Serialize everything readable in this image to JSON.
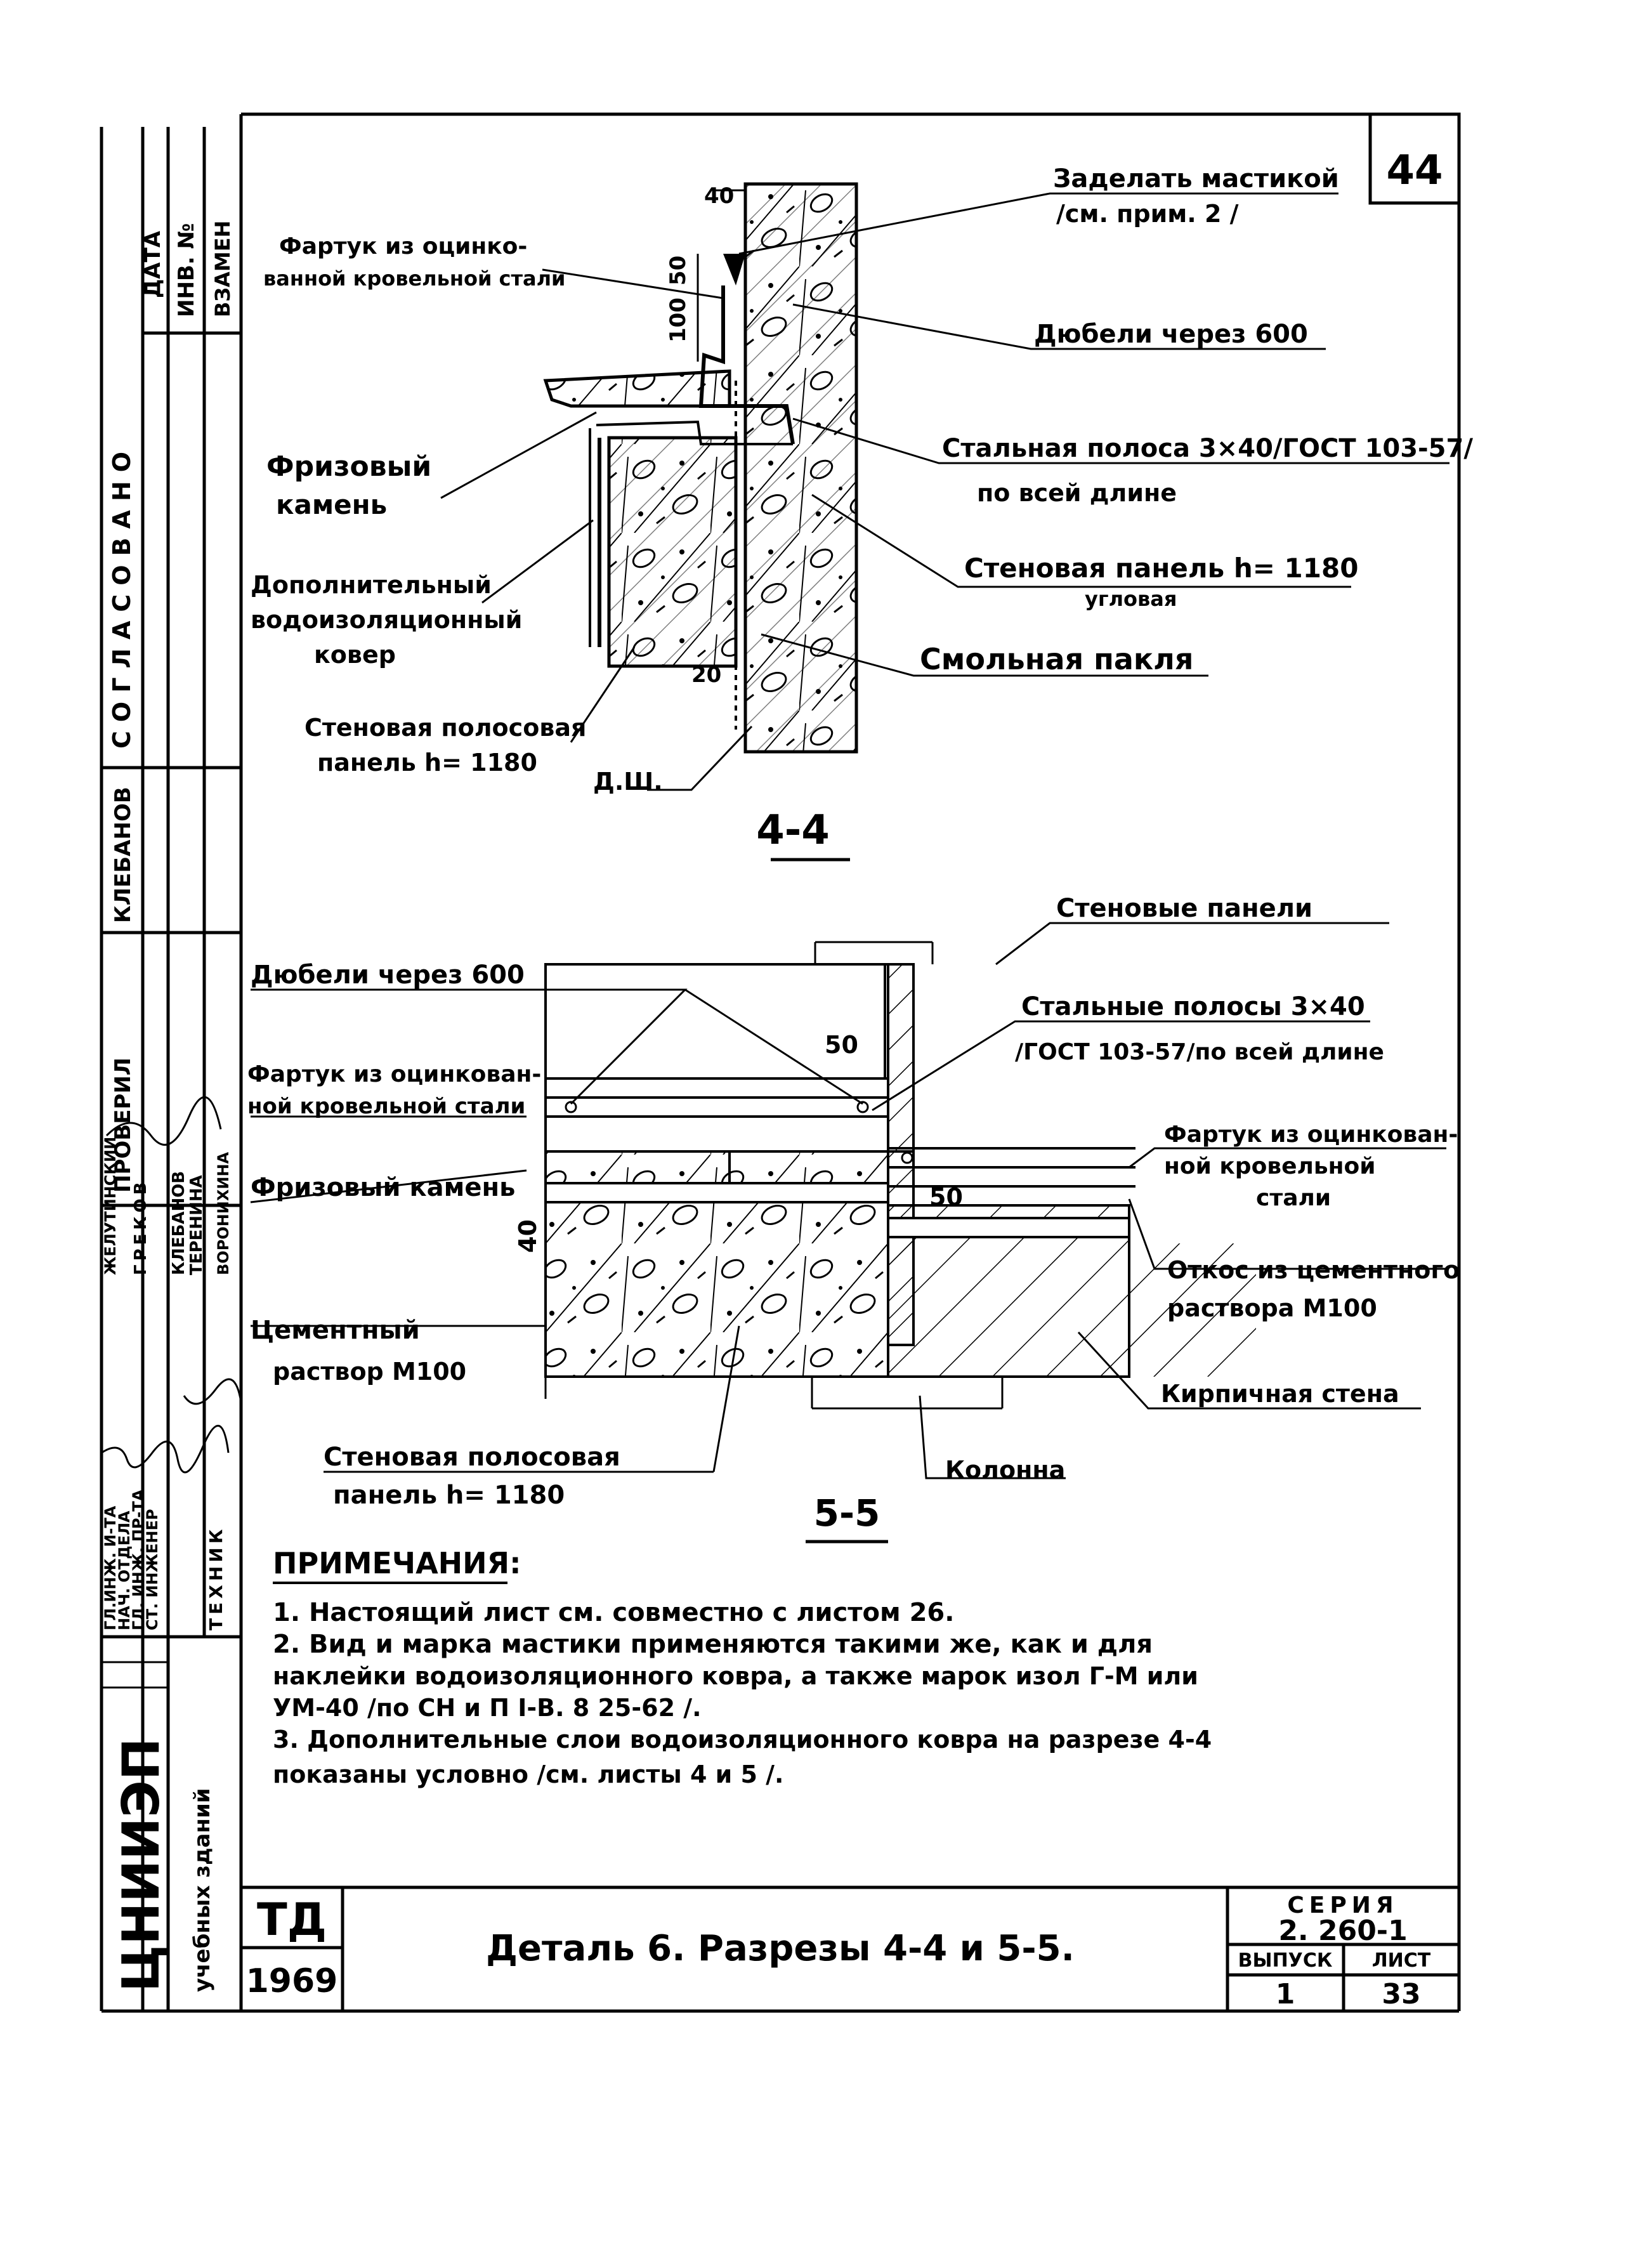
{
  "sheet": {
    "page_number": "44",
    "series_label": "СЕРИЯ",
    "series_value": "2. 260-1",
    "issue_label": "ВЫПУСК",
    "issue_value": "1",
    "sheet_label": "ЛИСТ",
    "sheet_value": "33",
    "td": "ТД",
    "year": "1969",
    "title": "Деталь 6.   Разрезы 4-4 и 5-5.",
    "org_main": "ЦНИИЭП",
    "org_sub": "учебных зданий"
  },
  "side_stamp": {
    "top_cols": [
      "ДАТА",
      "ИНВ. №",
      "ВЗАМЕН"
    ],
    "soglasovano": "СОГЛАСОВАНО",
    "klebanov": "КЛЕБАНОВ",
    "proveril": "ПРОВЕРИЛ",
    "roles": [
      "ГЛ.ИНЖ. И-ТА",
      "НАЧ. ОТДЕЛА",
      "ГЛ. ИНЖ. ПР-ТА",
      "СТ. ИНЖЕНЕР",
      "ТЕХНИК"
    ],
    "names": [
      "ЖЕЛУТИНСКИЙ",
      "ГРЕКОВ",
      "КЛЕБАНОВ",
      "ТЕРЕНИНА",
      "ВОРОНИХИНА"
    ]
  },
  "section_44": {
    "title": "4-4",
    "labels": {
      "zadelat": "Заделать мастикой",
      "zadelat2": "/см. прим. 2 /",
      "fartuk1": "Фартук из оцинко-",
      "fartuk2": "ванной кровельной стали",
      "dyubeli": "Дюбели через 600",
      "polosa1": "Стальная полоса 3×40/ГОСТ 103-57/",
      "polosa2": "по всей длине",
      "friz1": "Фризовый",
      "friz2": "камень",
      "panel1": "Стеновая панель   h= 1180",
      "panel2": "угловая",
      "dop1": "Дополнительный",
      "dop2": "водоизоляционный",
      "dop3": "ковер",
      "pakla": "Смольная пакля",
      "polos1": "Стеновая полосовая",
      "polos2": "панель   h= 1180",
      "dsh": "Д.Ш."
    },
    "dims": [
      "40",
      "50",
      "100",
      "20"
    ]
  },
  "section_55": {
    "title": "5-5",
    "labels": {
      "panels": "Стеновые панели",
      "dyubeli": "Дюбели через 600",
      "polosy1": "Стальные полосы  3×40",
      "polosy2": "/ГОСТ 103-57/по всей длине",
      "fartuk_l1": "Фартук из оцинкован-",
      "fartuk_l2": "ной кровельной стали",
      "fartuk_r1": "Фартук из оцинкован-",
      "fartuk_r2": "ной кровельной",
      "fartuk_r3": "стали",
      "friz": "Фризовый камень",
      "otkos1": "Откос из цементного",
      "otkos2": "раствора   М100",
      "cement1": "Цементный",
      "cement2": "раствор   М100",
      "kirp": "Кирпичная стена",
      "polos1": "Стеновая полосовая",
      "polos2": "панель    h= 1180",
      "kolonna": "Колонна"
    },
    "dims": [
      "50",
      "50",
      "40"
    ]
  },
  "notes": {
    "heading": "ПРИМЕЧАНИЯ:",
    "items": [
      "1.  Настоящий лист см. совместно с  листом  26.",
      "2.  Вид и марка мастики применяются такими же, как и  для",
      "     наклейки водоизоляционного ковра, а также марок изол Г-М или",
      "     УМ-40  /по СН и П I-В. 8 25-62 /.",
      "3.  Дополнительные слои водоизоляционного ковра на разрезе  4-4",
      "     показаны условно  /см.  листы  4 и 5 /."
    ]
  }
}
